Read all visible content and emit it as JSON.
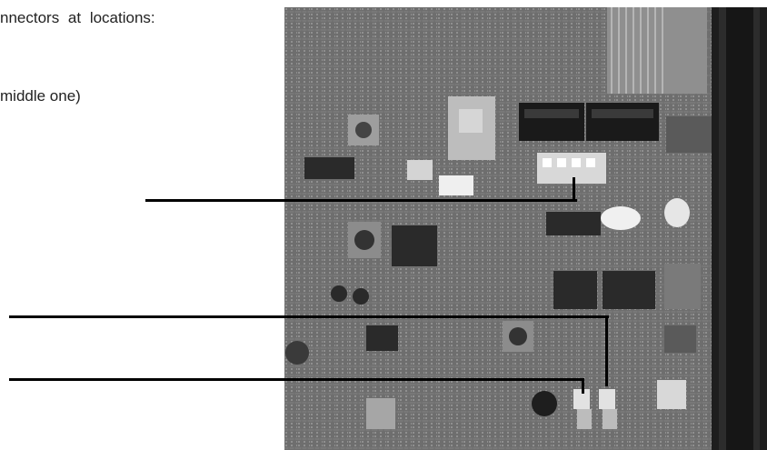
{
  "text": {
    "line1": "nnectors at locations:",
    "line2": "middle one)"
  },
  "photo": {
    "alt": "Photograph of a circuit board with connectors"
  }
}
